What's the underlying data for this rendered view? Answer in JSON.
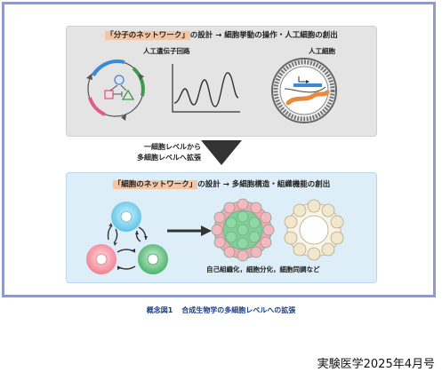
{
  "top_panel": {
    "title_highlight": "「分子のネットワーク」",
    "title_rest": "の設計 → 細胞挙動の操作・人工細胞の創出",
    "circuit_label": "人工遺伝子回路",
    "cell_label": "人工細胞"
  },
  "transition": {
    "line1": "一細胞レベルから",
    "line2": "多細胞レベルへ拡張"
  },
  "bottom_panel": {
    "title_highlight": "「細胞のネットワーク」",
    "title_rest": "の設計 → 多細胞構造・組織機能の創出",
    "note": "自己組織化，細胞分化，細胞同調など"
  },
  "caption": {
    "number": "概念図1",
    "text": "合成生物学の多細胞レベルへの拡張"
  },
  "footer": "実験医学2025年4月号",
  "colors": {
    "frame": "#8e9bcb",
    "top_panel_bg": "#e4e4e4",
    "bottom_panel_bg": "#ddeef8",
    "highlight": "#f4c6a4",
    "caption": "#1a3f8a",
    "cyan_cell": "#5cc4e8",
    "pink_cell": "#f2808e",
    "green_cell": "#49b26b",
    "vesicle": "#f3edd9"
  }
}
